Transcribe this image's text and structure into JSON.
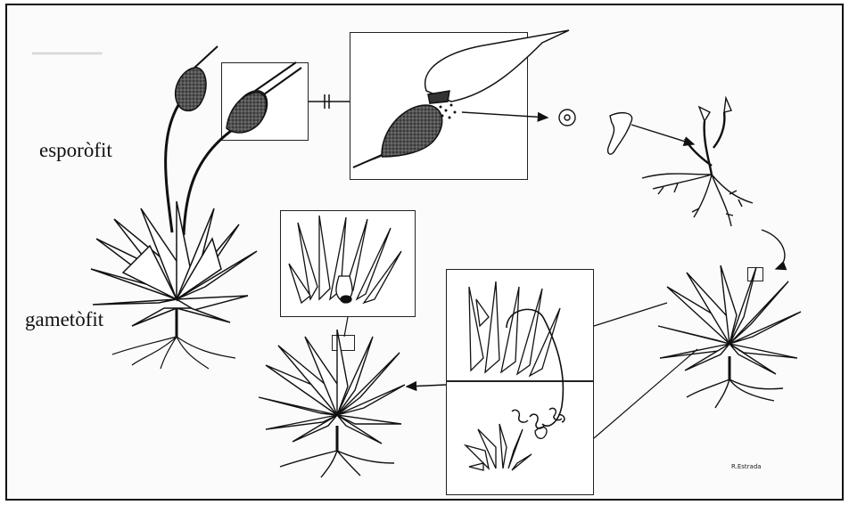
{
  "labels": {
    "sporophyte": "esporòfit",
    "gametophyte": "gametòfit"
  },
  "signature": "R.Estrada",
  "colors": {
    "ink": "#111111",
    "capsule": "#3a3a3a",
    "background": "#fbfbfb"
  }
}
